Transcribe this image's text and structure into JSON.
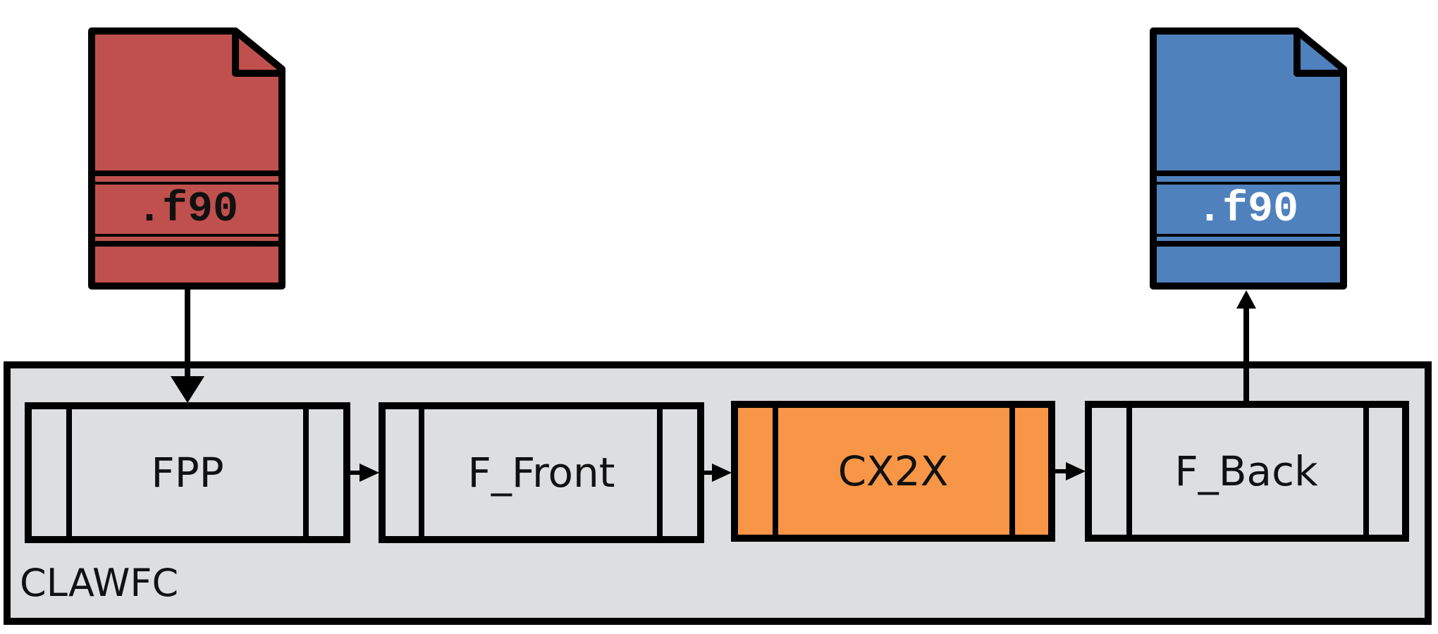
{
  "input_file": {
    "label": ".f90",
    "fill": "#C0504D",
    "text_color": "#111111"
  },
  "output_file": {
    "label": ".f90",
    "fill": "#4F81BD",
    "text_color": "#FFFFFF"
  },
  "container": {
    "label": "CLAWFC",
    "fill": "#DDDEE0"
  },
  "stages": [
    {
      "label": "FPP",
      "fill": "#DDDEE0"
    },
    {
      "label": "F_Front",
      "fill": "#DDDEE0"
    },
    {
      "label": "CX2X",
      "fill": "#F79646"
    },
    {
      "label": "F_Back",
      "fill": "#DDDEE0"
    }
  ],
  "stroke_color": "#000000"
}
